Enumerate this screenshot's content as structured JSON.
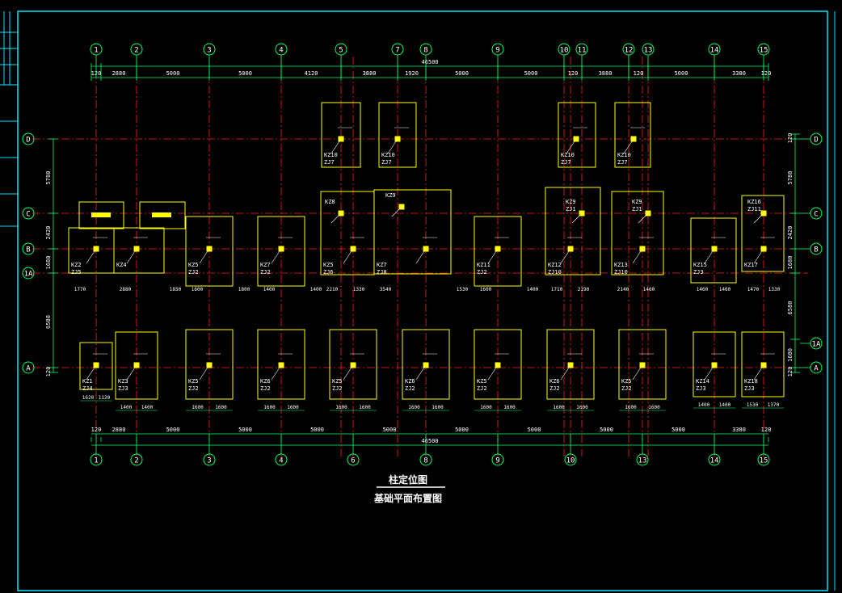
{
  "title_main": "柱定位图",
  "title_sub": "基础平面布置图",
  "total_length": "46500",
  "colors": {
    "background": "#000000",
    "frame": "#00e5ff",
    "axis": "#ff2020",
    "dim": "#00ff66",
    "footing": "#ffff00",
    "column": "#ffff00",
    "text": "#ffffff"
  },
  "axes_top": [
    "1",
    "2",
    "3",
    "4",
    "5",
    "7",
    "8",
    "9",
    "10",
    "11",
    "12",
    "13",
    "14",
    "15"
  ],
  "axes_bottom": [
    "1",
    "2",
    "3",
    "4",
    "6",
    "8",
    "9",
    "10",
    "13",
    "14",
    "15"
  ],
  "axes_rows": [
    "D",
    "C",
    "B",
    "1A",
    "A"
  ],
  "axes_rows_right": [
    "D",
    "C",
    "B",
    "1A",
    "A"
  ],
  "top_dims": [
    "120",
    "2880",
    "5000",
    "5000",
    "4120",
    "3880",
    "1920",
    "5000",
    "5000",
    "120",
    "3880",
    "120",
    "5000",
    "3380",
    "120"
  ],
  "bottom_dims": [
    "120",
    "2880",
    "5000",
    "5000",
    "5000",
    "5000",
    "5000",
    "5000",
    "5000",
    "5000",
    "3380",
    "120"
  ],
  "left_dims": [
    "5780",
    "2420",
    "1680",
    "6580",
    "120"
  ],
  "right_dims": [
    "120",
    "5780",
    "2420",
    "1680",
    "6580",
    "1680",
    "120"
  ],
  "footings_row_a": [
    {
      "kz": "KZ1",
      "zj": "ZJ4",
      "w1": "1620",
      "w2": "1120"
    },
    {
      "kz": "KZ3",
      "zj": "ZJ3",
      "w1": "1400",
      "w2": "1400"
    },
    {
      "kz": "KZ5",
      "zj": "ZJ2",
      "w1": "1600",
      "w2": "1600"
    },
    {
      "kz": "KZ6",
      "zj": "ZJ2",
      "w1": "1600",
      "w2": "1600"
    },
    {
      "kz": "KZ5",
      "zj": "ZJ2",
      "w1": "1600",
      "w2": "1600"
    },
    {
      "kz": "KZ6",
      "zj": "ZJ2",
      "w1": "1600",
      "w2": "1600"
    },
    {
      "kz": "KZ5",
      "zj": "ZJ2",
      "w1": "1600",
      "w2": "1600"
    },
    {
      "kz": "KZ6",
      "zj": "ZJ2",
      "w1": "1600",
      "w2": "1600"
    },
    {
      "kz": "KZ5",
      "zj": "ZJ2",
      "w1": "1600",
      "w2": "1600"
    },
    {
      "kz": "KZ14",
      "zj": "ZJ3",
      "w1": "1400",
      "w2": "1400"
    },
    {
      "kz": "KZ18",
      "zj": "ZJ3",
      "w1": "1530",
      "w2": "1370"
    }
  ],
  "footings_row_b": [
    {
      "kz": "KZ2",
      "zj": "ZJ5"
    },
    {
      "kz": "KZ4",
      "zj": ""
    },
    {
      "kz": "KZ5",
      "zj": "ZJ2"
    },
    {
      "kz": "KZ7",
      "zj": "ZJ2"
    },
    {
      "kz": "KZ5",
      "zj": "ZJ6"
    },
    {
      "kz": "KZ7",
      "zj": "ZJ8"
    },
    {
      "kz": "KZ11",
      "zj": "ZJ2"
    },
    {
      "kz": "KZ12",
      "zj": "ZJ10"
    },
    {
      "kz": "KZ13",
      "zj": "ZJ10"
    },
    {
      "kz": "KZ15",
      "zj": "ZJ3"
    },
    {
      "kz": "KZ17",
      "zj": ""
    }
  ],
  "footings_row_c": [
    {
      "kz": "KZ8",
      "zj": ""
    },
    {
      "kz": "KZ9",
      "zj": ""
    },
    {
      "kz": "KZ9",
      "zj": "ZJ1"
    },
    {
      "kz": "KZ9",
      "zj": "ZJ1"
    },
    {
      "kz": "KZ16",
      "zj": "ZJ11"
    }
  ],
  "footings_row_d": [
    {
      "kz": "KZ10",
      "zj": "ZJ7"
    },
    {
      "kz": "KZ10",
      "zj": "ZJ7"
    },
    {
      "kz": "KZ10",
      "zj": "ZJ7"
    },
    {
      "kz": "KZ10",
      "zj": "ZJ7"
    }
  ],
  "row_b_widths": [
    "1770",
    "2880",
    "1850",
    "1600",
    "1800",
    "1400",
    "1400",
    "2210",
    "1330",
    "3540",
    "1530",
    "1600",
    "1400",
    "1710",
    "2190",
    "2140",
    "1460",
    "1460",
    "1460",
    "1470",
    "1330"
  ]
}
